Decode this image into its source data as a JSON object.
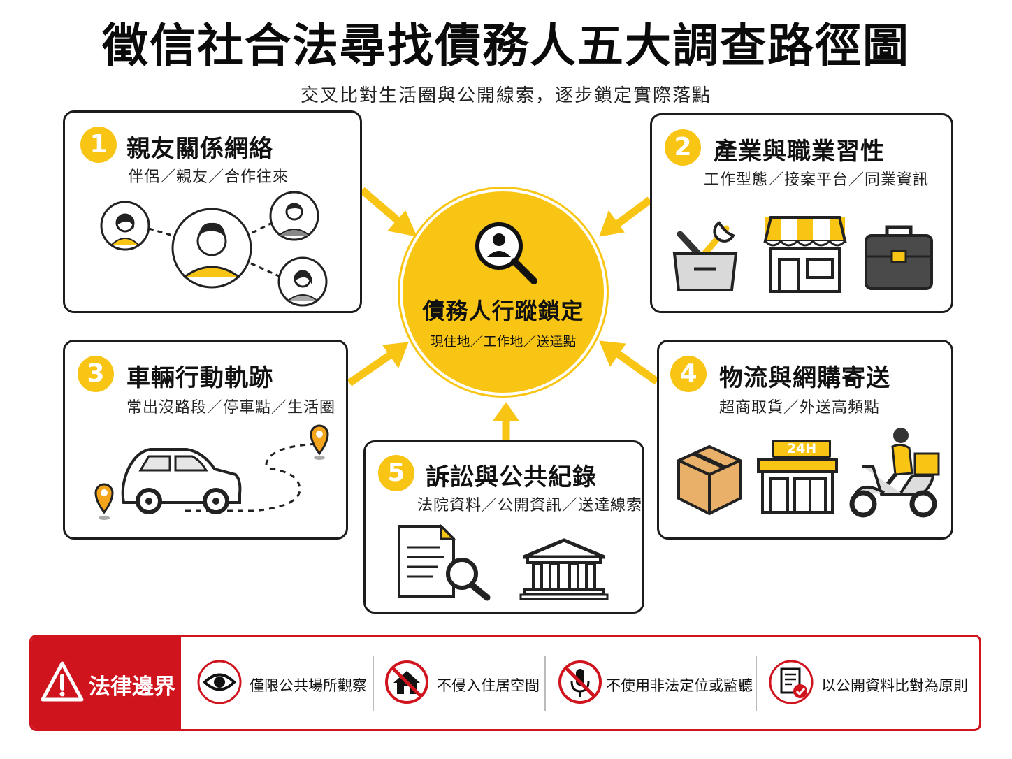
{
  "title": "徵信社合法尋找債務人五大調查路徑圖",
  "subtitle": "交叉比對生活圈與公開線索，逐步鎖定實際落點",
  "center": {
    "title": "債務人行蹤鎖定",
    "subtitle": "現住地／工作地／送達點"
  },
  "cards": [
    {
      "num": "1",
      "title": "親友關係網絡",
      "subtitle": "伴侶／親友／合作往來"
    },
    {
      "num": "2",
      "title": "產業與職業習性",
      "subtitle": "工作型態／接案平台／同業資訊"
    },
    {
      "num": "3",
      "title": "車輛行動軌跡",
      "subtitle": "常出沒路段／停車點／生活圈"
    },
    {
      "num": "4",
      "title": "物流與網購寄送",
      "subtitle": "超商取貨／外送高頻點"
    },
    {
      "num": "5",
      "title": "訴訟與公共紀錄",
      "subtitle": "法院資料／公開資訊／送達線索"
    }
  ],
  "store_sign": "24H",
  "legal": {
    "title": "法律邊界",
    "rules": [
      "僅限公共場所觀察",
      "不侵入住居空間",
      "不使用非法定位或監聽",
      "以公開資料比對為原則"
    ]
  },
  "colors": {
    "accent": "#f9c514",
    "danger": "#d0141e",
    "dark": "#1c1c1c"
  },
  "icons": [
    "search-person-icon",
    "people-network-icon",
    "toolbox-icon",
    "storefront-icon",
    "briefcase-icon",
    "car-icon",
    "location-pin-icon",
    "package-box-icon",
    "convenience-store-icon",
    "delivery-scooter-icon",
    "document-search-icon",
    "courthouse-icon",
    "warning-icon",
    "eye-icon",
    "no-house-icon",
    "no-microphone-icon",
    "checked-document-icon"
  ]
}
